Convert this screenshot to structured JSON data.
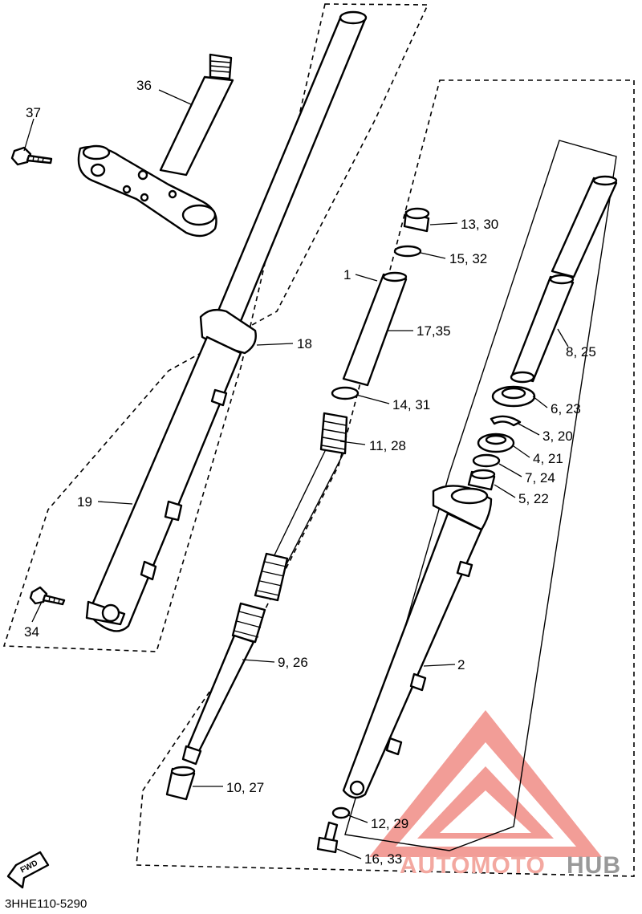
{
  "diagram": {
    "labels": {
      "l36": "36",
      "l37": "37",
      "l34": "34",
      "l19": "19",
      "l18": "18",
      "l1": "1",
      "l13_30": "13, 30",
      "l15_32": "15, 32",
      "l17_35": "17,35",
      "l14_31": "14, 31",
      "l11_28": "11, 28",
      "l9_26": "9, 26",
      "l10_27": "10, 27",
      "l12_29": "12, 29",
      "l16_33": "16, 33",
      "l2": "2",
      "l8_25": "8, 25",
      "l6_23": "6, 23",
      "l3_20": "3, 20",
      "l4_21": "4, 21",
      "l7_24": "7, 24",
      "l5_22": "5, 22"
    },
    "fwd_label": "FWD",
    "code": "3HHE110-5290"
  },
  "watermark": {
    "brand_part1": "AUTOMOTO",
    "brand_part2": "HUB",
    "logo_color": "#f08c86",
    "text_color_1": "#f3a8a0",
    "text_color_2": "#999999"
  }
}
